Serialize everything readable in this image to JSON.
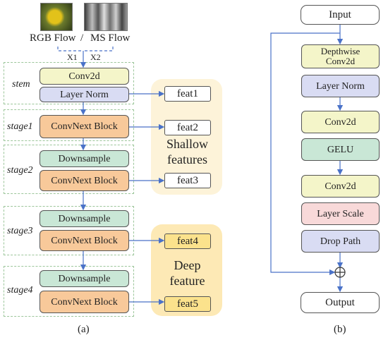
{
  "inputs": {
    "rgb_label": "RGB Flow",
    "separator": "/",
    "ms_label": "MS Flow",
    "x1": "X1",
    "x2": "X2"
  },
  "panel_a": {
    "stem": {
      "label": "stem",
      "conv": "Conv2d",
      "norm": "Layer Norm"
    },
    "stage1": {
      "label": "stage1",
      "block": "ConvNext Block"
    },
    "stage2": {
      "label": "stage2",
      "down": "Downsample",
      "block": "ConvNext Block"
    },
    "stage3": {
      "label": "stage3",
      "down": "Downsample",
      "block": "ConvNext Block"
    },
    "stage4": {
      "label": "stage4",
      "down": "Downsample",
      "block": "ConvNext Block"
    },
    "features": [
      "feat1",
      "feat2",
      "feat3",
      "feat4",
      "feat5"
    ],
    "shallow_label": "Shallow features",
    "deep_label": "Deep feature",
    "caption": "(a)"
  },
  "panel_b": {
    "input": "Input",
    "depthwise": "Depthwise Conv2d",
    "layer_norm": "Layer Norm",
    "conv1": "Conv2d",
    "gelu": "GELU",
    "conv2": "Conv2d",
    "layer_scale": "Layer Scale",
    "drop_path": "Drop Path",
    "output": "Output",
    "caption": "(b)"
  },
  "colors": {
    "conv": "#f4f5c9",
    "norm": "#d9dcf3",
    "block": "#f8c99a",
    "downsample": "#c9e7d6",
    "layer_scale": "#f8d9d9",
    "shallow_region": "#fdf3d9",
    "deep_region": "#fde9b5",
    "deep_feat": "#fbe28c",
    "arrow": "#4a72c8",
    "stage_border": "#9cc69a"
  }
}
